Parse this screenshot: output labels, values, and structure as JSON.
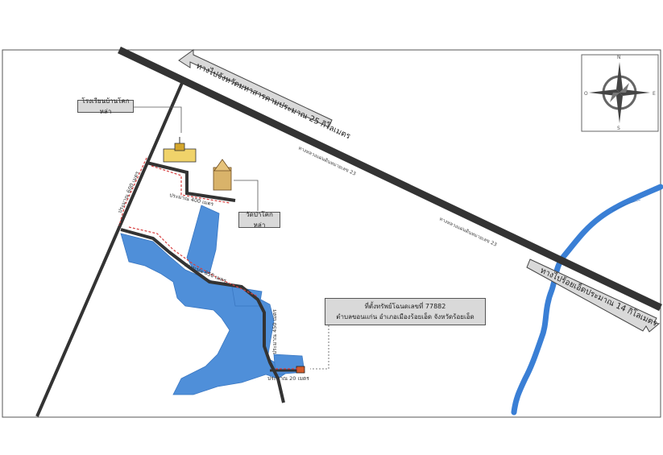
{
  "map": {
    "direction_top": "ทางไปจังหวัดมหาสารคามประมาณ 25 กิโลเมตร",
    "direction_right": "ทางไปร้อยเอ็ดประมาณ 14 กิโลเมตร",
    "highway_label_1": "ทางหลวงแผ่นดินหมายเลข 23",
    "highway_label_2": "ทางหลวงแผ่นดินหมายเลข 23",
    "school_label": "โรงเรียนบ้านโคกหล่า",
    "temple_label": "วัดป่าโคกหล่า",
    "property_line1": "ที่ตั้งทรัพย์โฉนดเลขที่ 77882",
    "property_line2": "ตำบลขอนแก่น อำเภอเมืองร้อยเอ็ด จังหวัดร้อยเอ็ด",
    "dist_600": "ประมาณ 600 เมตร",
    "dist_400": "ประมาณ 400 เมตร",
    "dist_650": "ประมาณ 650 เมตร",
    "dist_450": "ประมาณ 450 เมตร",
    "dist_20": "ประมาณ 20 เมตร",
    "compass": {
      "n": "N",
      "s": "S",
      "e": "E",
      "w": "O"
    },
    "colors": {
      "water": "#3a7fd5",
      "parcel": "#4f8fd9",
      "road": "#333333",
      "route": "#d84040",
      "property": "#d35a2a"
    }
  }
}
